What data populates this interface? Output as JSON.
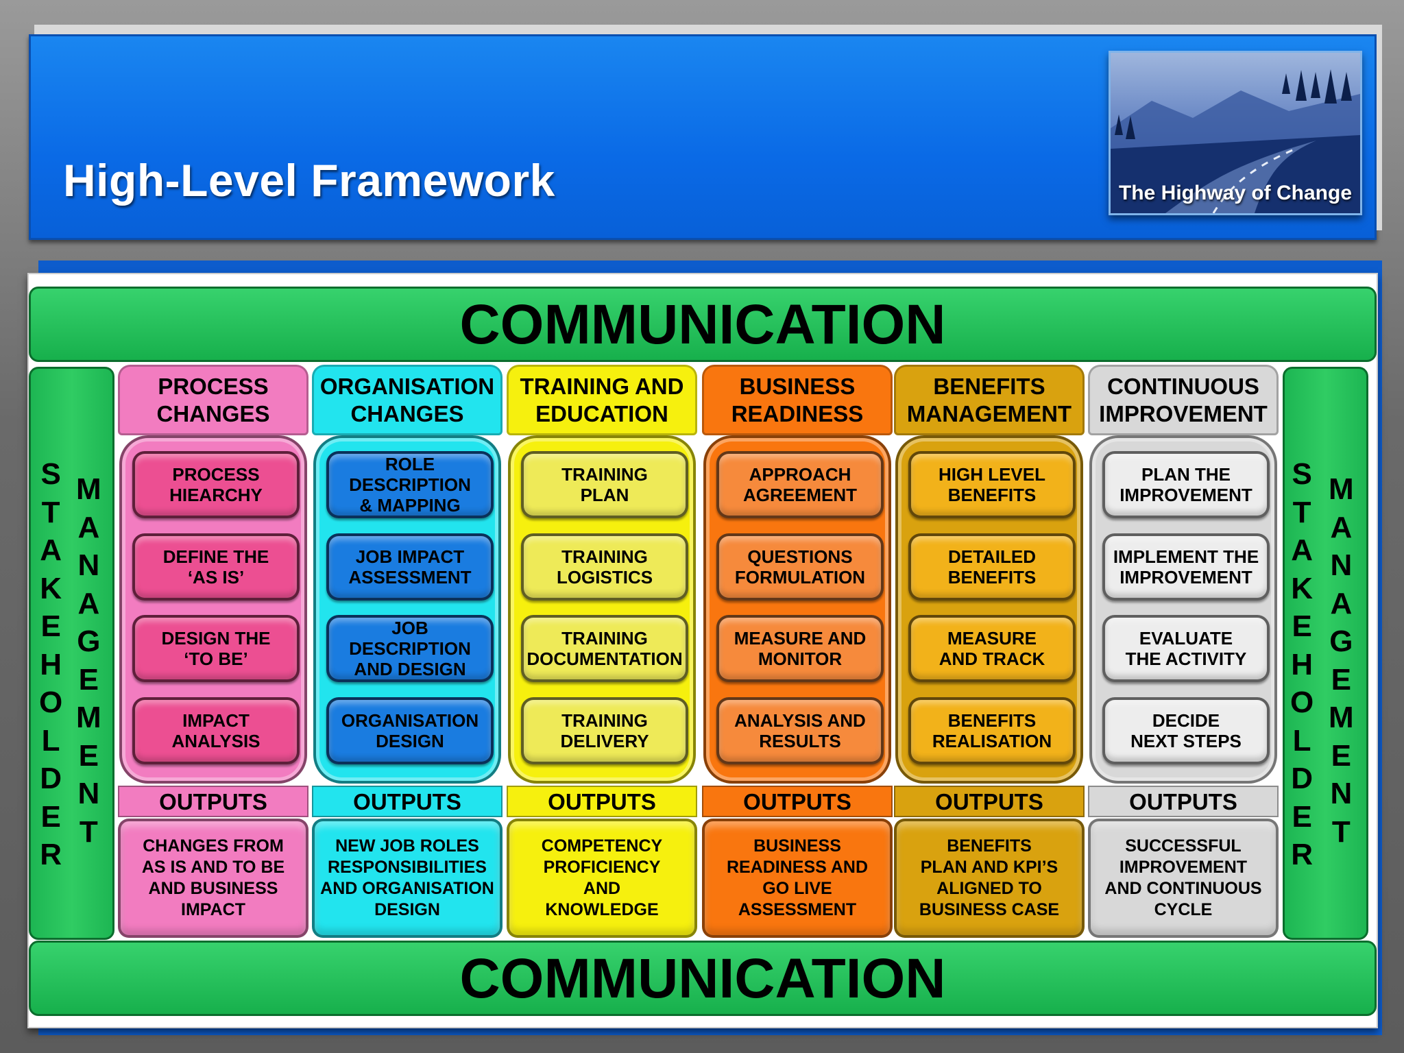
{
  "title": "High-Level Framework",
  "photo_caption": "The Highway of Change",
  "communication_label": "COMMUNICATION",
  "stakeholder_word": [
    "S",
    "T",
    "A",
    "K",
    "E",
    "H",
    "O",
    "L",
    "D",
    "E",
    "R"
  ],
  "management_word": [
    "M",
    "A",
    "N",
    "A",
    "G",
    "E",
    "M",
    "E",
    "N",
    "T"
  ],
  "outputs_label": "OUTPUTS",
  "columns": [
    {
      "head1": "PROCESS",
      "head2": "CHANGES",
      "color": "#f27cc0",
      "cardcolor": "#ec4f92",
      "items": [
        [
          "PROCESS",
          "HIEARCHY"
        ],
        [
          "DEFINE THE",
          "‘AS IS’"
        ],
        [
          "DESIGN THE",
          "‘TO BE’"
        ],
        [
          "IMPACT",
          "ANALYSIS"
        ]
      ],
      "output": [
        "CHANGES FROM",
        "AS IS AND TO BE",
        "AND BUSINESS",
        "IMPACT"
      ]
    },
    {
      "head1": "ORGANISATION",
      "head2": "CHANGES",
      "color": "#22e4ee",
      "cardcolor": "#1a7ce0",
      "items": [
        [
          "ROLE",
          "DESCRIPTION",
          "& MAPPING"
        ],
        [
          "JOB IMPACT",
          "ASSESSMENT"
        ],
        [
          "JOB DESCRIPTION",
          "AND DESIGN"
        ],
        [
          "ORGANISATION",
          "DESIGN"
        ]
      ],
      "output": [
        "NEW JOB ROLES",
        "RESPONSIBILITIES",
        "AND ORGANISATION",
        "DESIGN"
      ]
    },
    {
      "head1": "TRAINING AND",
      "head2": "EDUCATION",
      "color": "#f6f00e",
      "cardcolor": "#eeea58",
      "items": [
        [
          "TRAINING",
          "PLAN"
        ],
        [
          "TRAINING",
          "LOGISTICS"
        ],
        [
          "TRAINING",
          "DOCUMENTATION"
        ],
        [
          "TRAINING",
          "DELIVERY"
        ]
      ],
      "output": [
        "COMPETENCY",
        "PROFICIENCY",
        "AND",
        "KNOWLEDGE"
      ]
    },
    {
      "head1": "BUSINESS",
      "head2": "READINESS",
      "color": "#f9760f",
      "cardcolor": "#f68a3c",
      "items": [
        [
          "APPROACH",
          "AGREEMENT"
        ],
        [
          "QUESTIONS",
          "FORMULATION"
        ],
        [
          "MEASURE AND",
          "MONITOR"
        ],
        [
          "ANALYSIS AND",
          "RESULTS"
        ]
      ],
      "output": [
        "BUSINESS",
        "READINESS AND",
        "GO LIVE",
        "ASSESSMENT"
      ]
    },
    {
      "head1": "BENEFITS",
      "head2": "MANAGEMENT",
      "color": "#d9a20f",
      "cardcolor": "#f2b21a",
      "items": [
        [
          "HIGH LEVEL",
          "BENEFITS"
        ],
        [
          "DETAILED",
          "BENEFITS"
        ],
        [
          "MEASURE",
          "AND TRACK"
        ],
        [
          "BENEFITS",
          "REALISATION"
        ]
      ],
      "output": [
        "BENEFITS",
        "PLAN AND KPI’S",
        "ALIGNED TO",
        "BUSINESS CASE"
      ]
    },
    {
      "head1": "CONTINUOUS",
      "head2": "IMPROVEMENT",
      "color": "#d8d8d8",
      "cardcolor": "#ededed",
      "items": [
        [
          "PLAN THE",
          "IMPROVEMENT"
        ],
        [
          "IMPLEMENT THE",
          "IMPROVEMENT"
        ],
        [
          "EVALUATE",
          "THE ACTIVITY"
        ],
        [
          "DECIDE",
          "NEXT STEPS"
        ]
      ],
      "output": [
        "SUCCESSFUL",
        "IMPROVEMENT",
        "AND CONTINUOUS",
        "CYCLE"
      ]
    }
  ]
}
